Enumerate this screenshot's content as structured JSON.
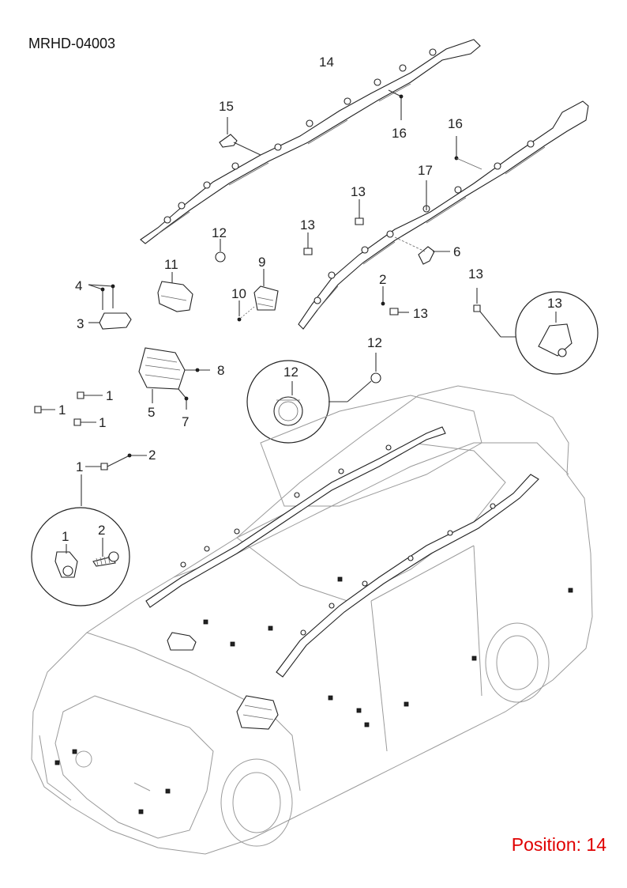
{
  "diagram_code": "MRHD-04003",
  "position_label": "Position: 14",
  "part_labels": {
    "l14": "14",
    "l15": "15",
    "l16a": "16",
    "l16b": "16",
    "l17": "17",
    "l13a": "13",
    "l13b": "13",
    "l13c": "13",
    "l13d": "13",
    "l13e": "13",
    "l12a": "12",
    "l12b": "12",
    "l12c": "12",
    "l11": "11",
    "l9": "9",
    "l10": "10",
    "l6": "6",
    "l2a": "2",
    "l2b": "2",
    "l2c": "2",
    "l4": "4",
    "l3": "3",
    "l8": "8",
    "l5": "5",
    "l7": "7",
    "l1a": "1",
    "l1b": "1",
    "l1c": "1",
    "l1d": "1",
    "l1e": "1"
  }
}
